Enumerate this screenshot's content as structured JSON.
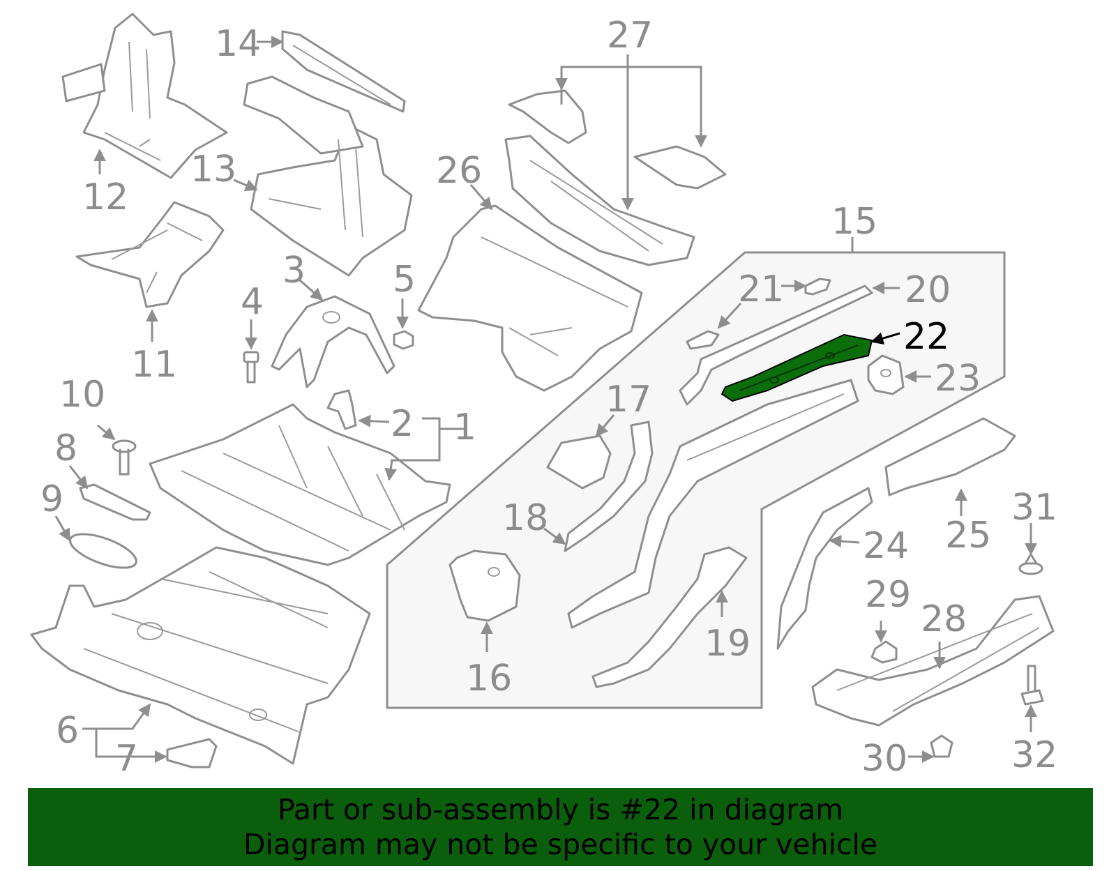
{
  "callouts": {
    "c1": "1",
    "c2": "2",
    "c3": "3",
    "c4": "4",
    "c5": "5",
    "c6": "6",
    "c7": "7",
    "c8": "8",
    "c9": "9",
    "c10": "10",
    "c11": "11",
    "c12": "12",
    "c13": "13",
    "c14": "14",
    "c15": "15",
    "c16": "16",
    "c17": "17",
    "c18": "18",
    "c19": "19",
    "c20": "20",
    "c21": "21",
    "c22": "22",
    "c23": "23",
    "c24": "24",
    "c25": "25",
    "c26": "26",
    "c27": "27",
    "c28": "28",
    "c29": "29",
    "c30": "30",
    "c31": "31",
    "c32": "32"
  },
  "highlight": {
    "part": "22",
    "color": "#0b6e0b"
  },
  "banner": {
    "line1": "Part or sub-assembly is #22 in diagram",
    "line2": "Diagram may not be specific to your vehicle",
    "background": "#0b5e0b"
  }
}
